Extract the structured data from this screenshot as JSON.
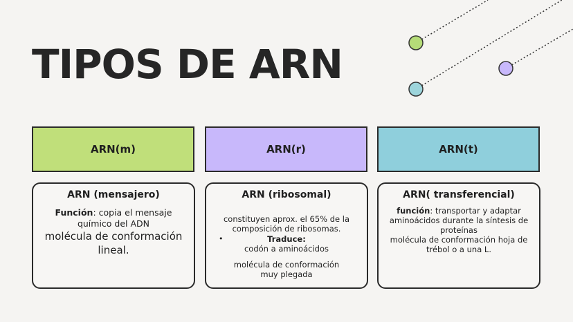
{
  "title": "TIPOS DE ARN",
  "colors": {
    "green": "#c0df7a",
    "purple": "#c8b8fb",
    "blue": "#8fcfdc",
    "dot_green": "#b5dc78",
    "dot_purple": "#c8b8fb",
    "dot_blue": "#9dd5dc"
  },
  "columns": [
    {
      "header": "ARN(m)",
      "card": {
        "title": "ARN (mensajero)",
        "func_label": "Función",
        "func_text": ": copia el mensaje químico del ADN",
        "molecule": "molécula de conformación lineal."
      }
    },
    {
      "header": "ARN(r)",
      "card": {
        "title": "ARN (ribosomal)",
        "line1": "constituyen aprox. el 65% de la composición de ribosomas.",
        "bullet": "•",
        "traduce_label": "Traduce:",
        "traduce_text": "codón a aminoácidos",
        "molecule": "molécula de conformación muy plegada"
      }
    },
    {
      "header": "ARN(t)",
      "card": {
        "title": "ARN( transferencial)",
        "func_label": "función",
        "func_text": ": transportar y adaptar aminoácidos durante la síntesis de proteínas",
        "molecule": "molécula de conformación hoja de trébol o a una L."
      }
    }
  ]
}
